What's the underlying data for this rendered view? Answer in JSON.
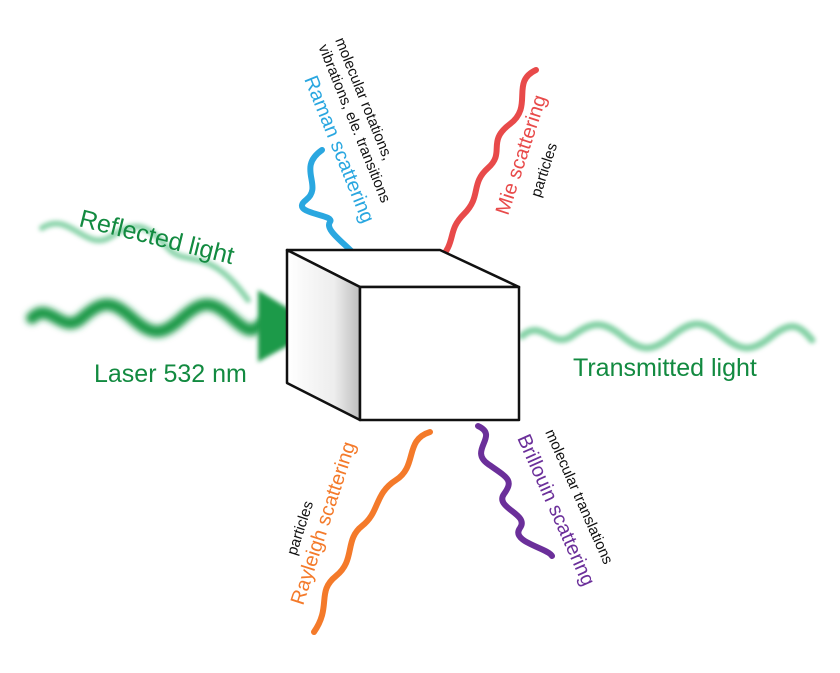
{
  "labels": {
    "reflected": "Reflected light",
    "laser": "Laser 532 nm",
    "transmitted": "Transmitted light",
    "raman": "Raman scattering",
    "raman_note_1": "molecular rotations,",
    "raman_note_2": "vibrations, ele. transitions",
    "mie": "Mie scattering",
    "mie_note": "particles",
    "rayleigh": "Rayleigh scattering",
    "rayleigh_note": "particles",
    "brillouin": "Brillouin scattering",
    "brillouin_note": "molecular translations"
  },
  "colors": {
    "green_dark": "#1e9a4a",
    "green_light": "#5cc288",
    "text_green": "#128a40",
    "raman": "#2aa7e0",
    "mie": "#e84a4a",
    "rayleigh": "#f47a2a",
    "brillouin": "#6b2f9a",
    "cube_edge": "#111111"
  }
}
